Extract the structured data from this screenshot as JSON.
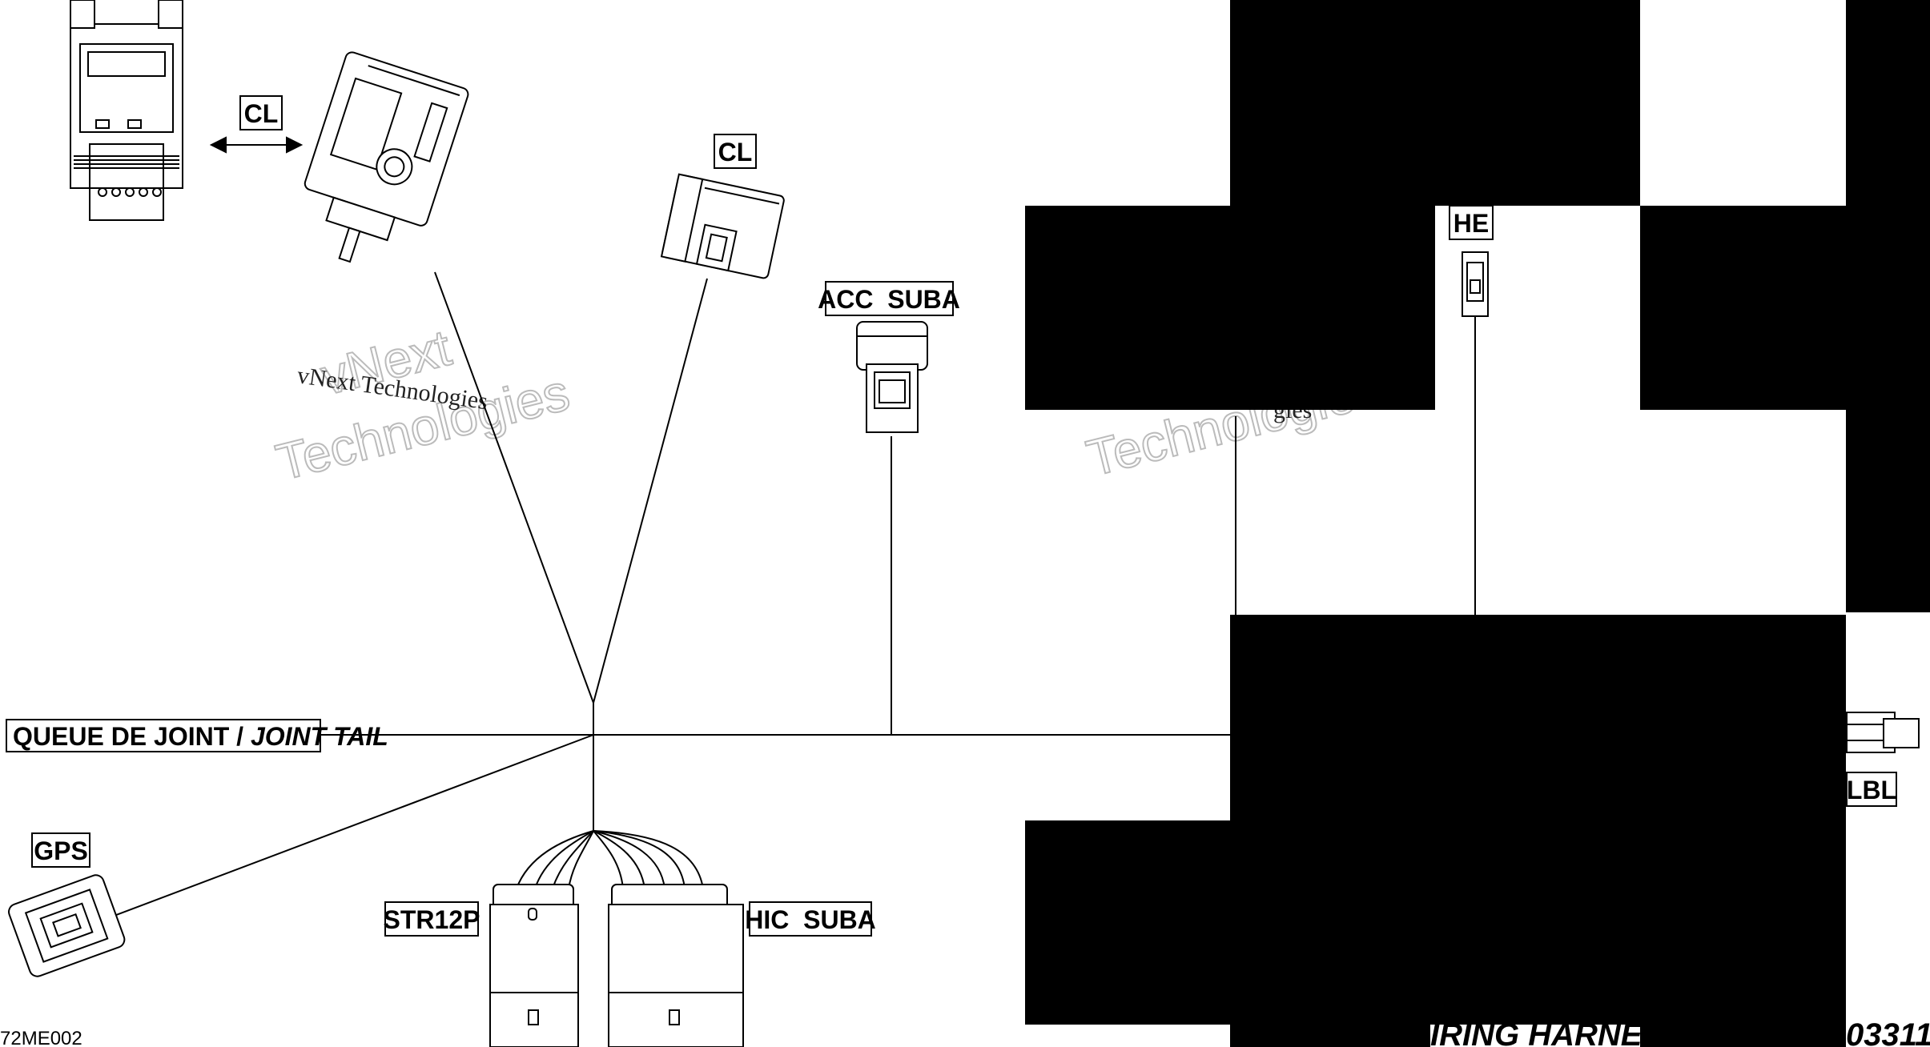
{
  "diagram": {
    "labels": {
      "cl_top_left": "CL",
      "cl_top_center": "CL",
      "acc_suba": "ACC  SUBA",
      "he": "HE",
      "joint_tail_fr": "QUEUE DE JOINT / ",
      "joint_tail_en": "JOINT TAIL",
      "gps": "GPS",
      "str12p": "STR12P",
      "hic_suba": "HIC  SUBA",
      "lbl": "LBL"
    },
    "watermark": {
      "line1": "vNext Technologies",
      "outline_word1": "vNext",
      "outline_word2": "Technologies",
      "partial_right": "Technologies",
      "partial_right_small": "gies"
    },
    "footer": {
      "reference_code": "72ME002",
      "title_fragment": "IRING HARNESS",
      "part_fragment": "03311"
    },
    "colors": {
      "ink": "#000000",
      "background": "#ffffff",
      "redaction": "#000000",
      "watermark_outline": "#bbbbbb"
    }
  }
}
